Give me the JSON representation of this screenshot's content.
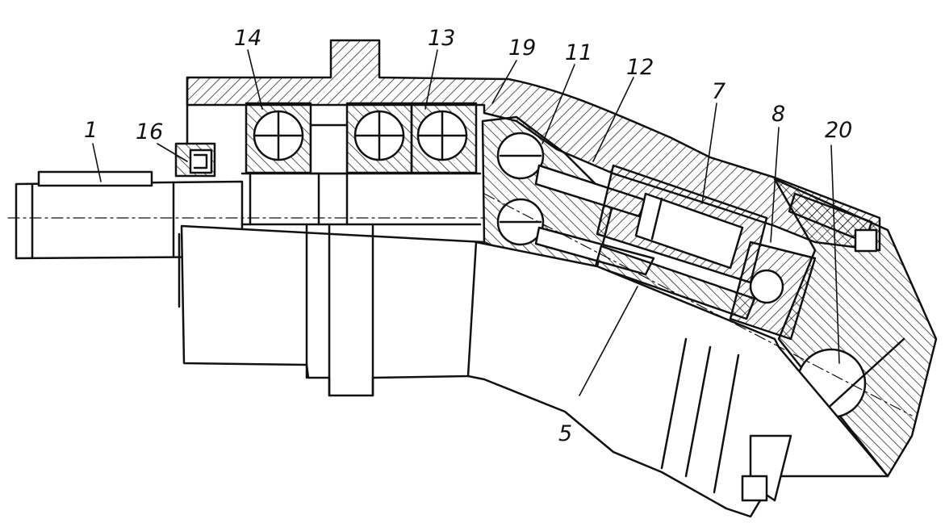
{
  "drawing": {
    "ink_color": "#111111",
    "background": "#ffffff"
  },
  "callouts": {
    "c1": "1",
    "c16": "16",
    "c14": "14",
    "c13": "13",
    "c19": "19",
    "c11": "11",
    "c12": "12",
    "c7": "7",
    "c8": "8",
    "c20": "20",
    "c5": "5"
  }
}
